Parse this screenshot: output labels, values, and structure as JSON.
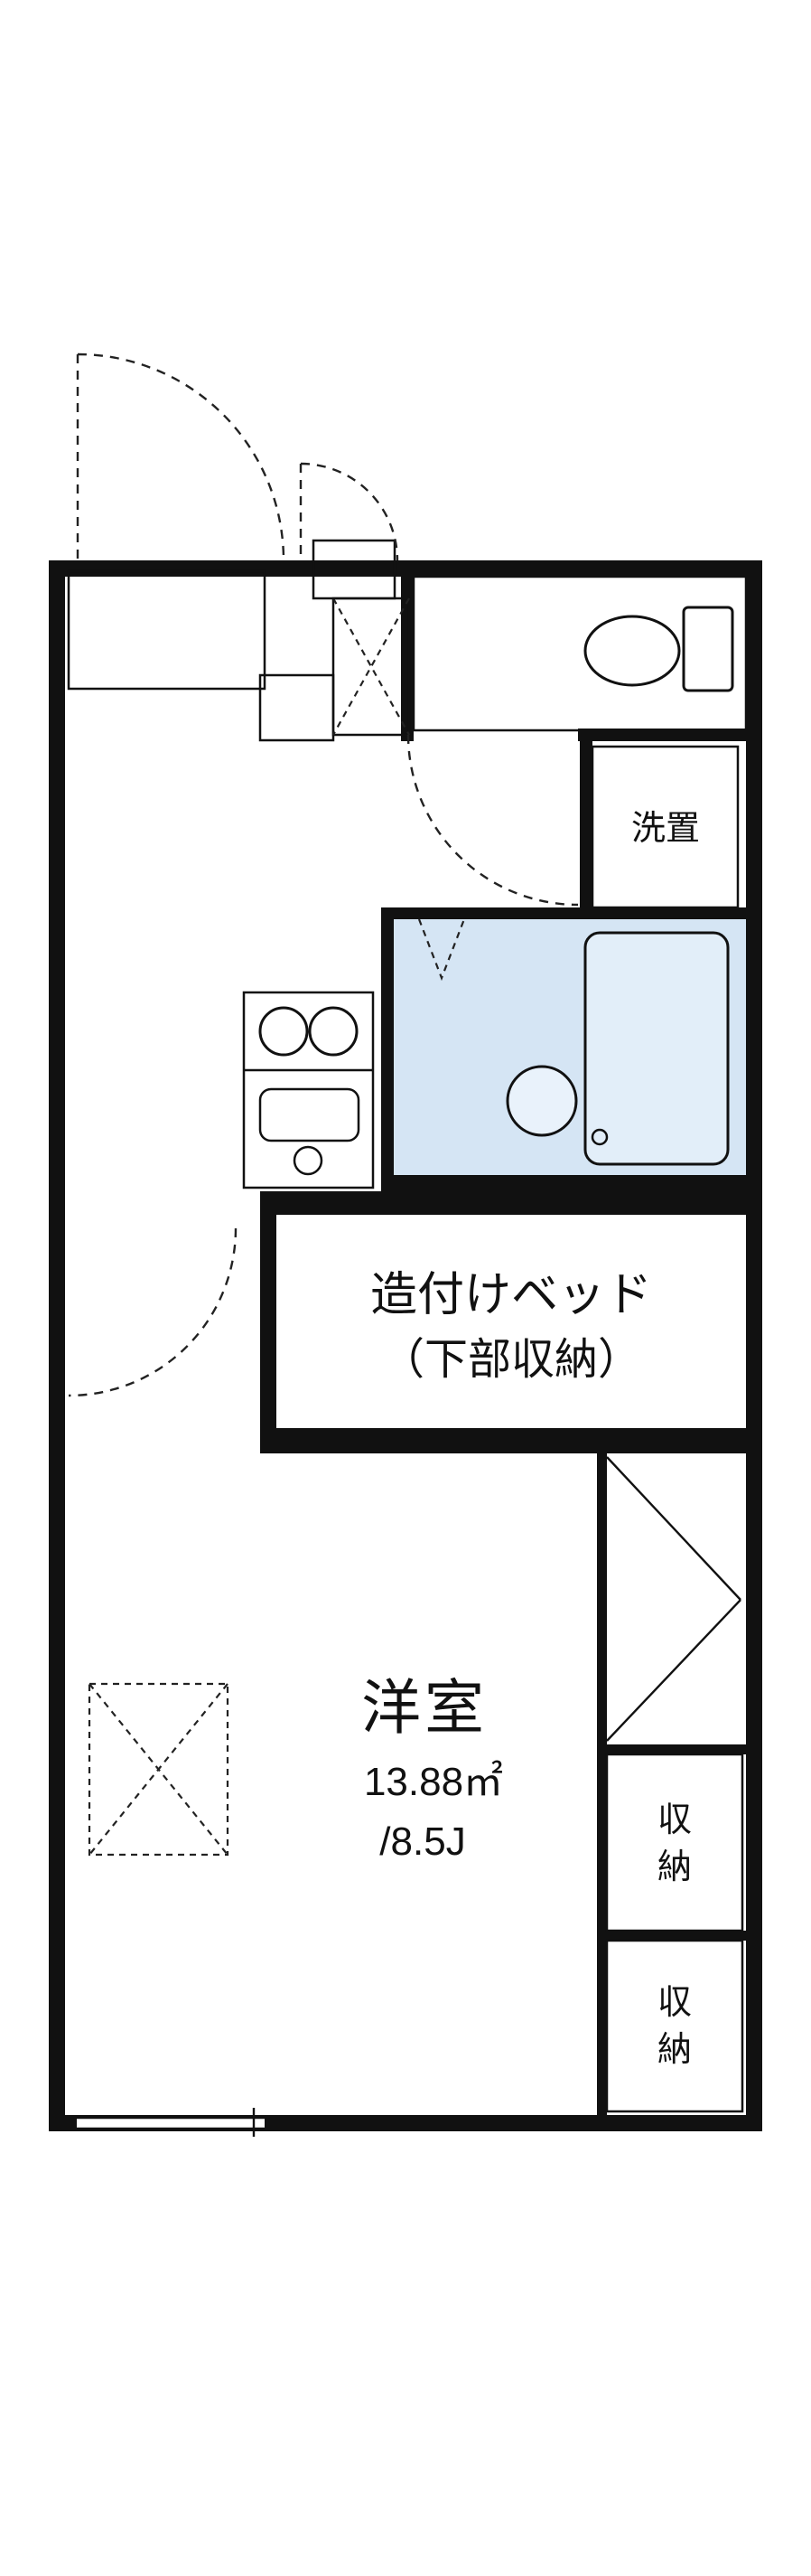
{
  "title": "apartment-floor-plan",
  "colors": {
    "wall": "#111111",
    "wet_area_fill": "#d5e5f4",
    "tub_fill": "#e2eef9",
    "fixture_fill": "#ffffff",
    "storage_fill": "#fcf3d3",
    "genkan_fill": "#fdf3d8",
    "background": "#ffffff"
  },
  "rooms": {
    "washer": {
      "label": "洗置"
    },
    "bed": {
      "line1": "造付けベッド",
      "line2": "（下部収納）"
    },
    "main_room": {
      "name": "洋室",
      "area_m2": "13.88㎡",
      "area_jo": "/8.5J"
    },
    "storage_top": {
      "char1": "収",
      "char2": "納"
    },
    "storage_bottom": {
      "char1": "収",
      "char2": "納"
    }
  }
}
